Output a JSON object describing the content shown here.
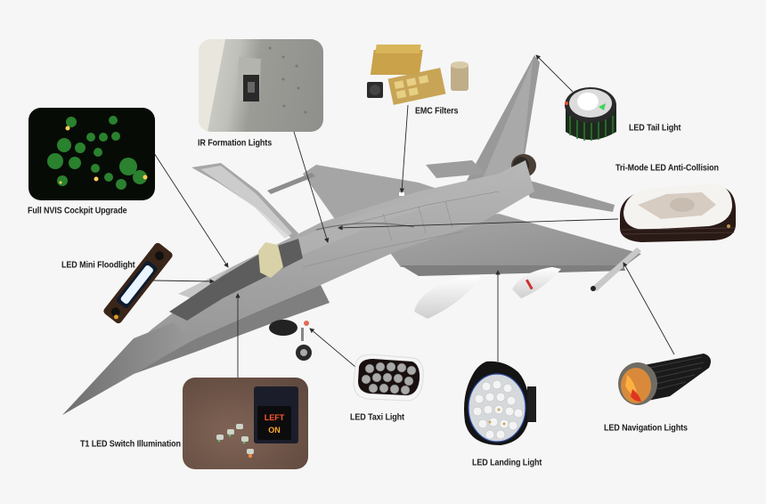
{
  "diagram": {
    "subject": "Fighter jet with LED lighting products",
    "callouts": [
      {
        "id": "nvis-cockpit",
        "label": "Full NVIS Cockpit Upgrade"
      },
      {
        "id": "ir-formation",
        "label": "IR Formation Lights"
      },
      {
        "id": "emc-filters",
        "label": "EMC Filters"
      },
      {
        "id": "tail-light",
        "label": "LED Tail Light"
      },
      {
        "id": "anti-collision",
        "label": "Tri-Mode LED Anti-Collision"
      },
      {
        "id": "mini-floodlight",
        "label": "LED Mini Floodlight"
      },
      {
        "id": "switch-illumination",
        "label": "T1 LED Switch Illumination"
      },
      {
        "id": "taxi-light",
        "label": "LED Taxi Light"
      },
      {
        "id": "landing-light",
        "label": "LED Landing Light"
      },
      {
        "id": "navigation-lights",
        "label": "LED Navigation Lights"
      }
    ],
    "switch_text": {
      "line1": "LEFT",
      "line2": "ON"
    },
    "colors": {
      "background": "#f6f6f6",
      "jet_body": "#9c9c9c",
      "jet_shadow": "#7a7a7a",
      "jet_light": "#c4c4c4",
      "label_text": "#1e1e1e",
      "leader_line": "#2a2a2a",
      "nvis_green": "#3fae3f",
      "amber": "#ffb23a",
      "switch_red": "#ff5a2a",
      "gold": "#c9a24a"
    }
  }
}
